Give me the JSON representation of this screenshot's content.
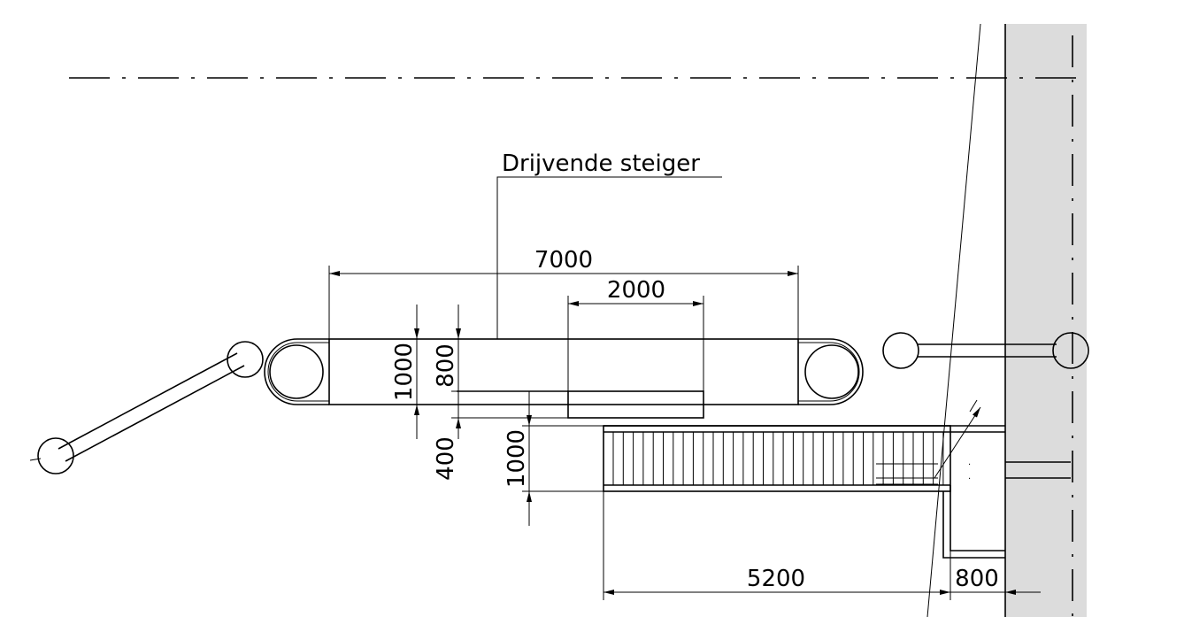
{
  "labels": {
    "floating_jetty": "Drijvende steiger"
  },
  "dimensions": {
    "total_length": "7000",
    "segment_length": "2000",
    "width_outer": "1000",
    "width_inner": "800",
    "gap": "400",
    "walkway_width": "1000",
    "walkway_length": "5200",
    "landing_width": "800"
  },
  "colors": {
    "line": "#000000",
    "quay_fill": "#dcdcdc",
    "background": "#ffffff"
  }
}
